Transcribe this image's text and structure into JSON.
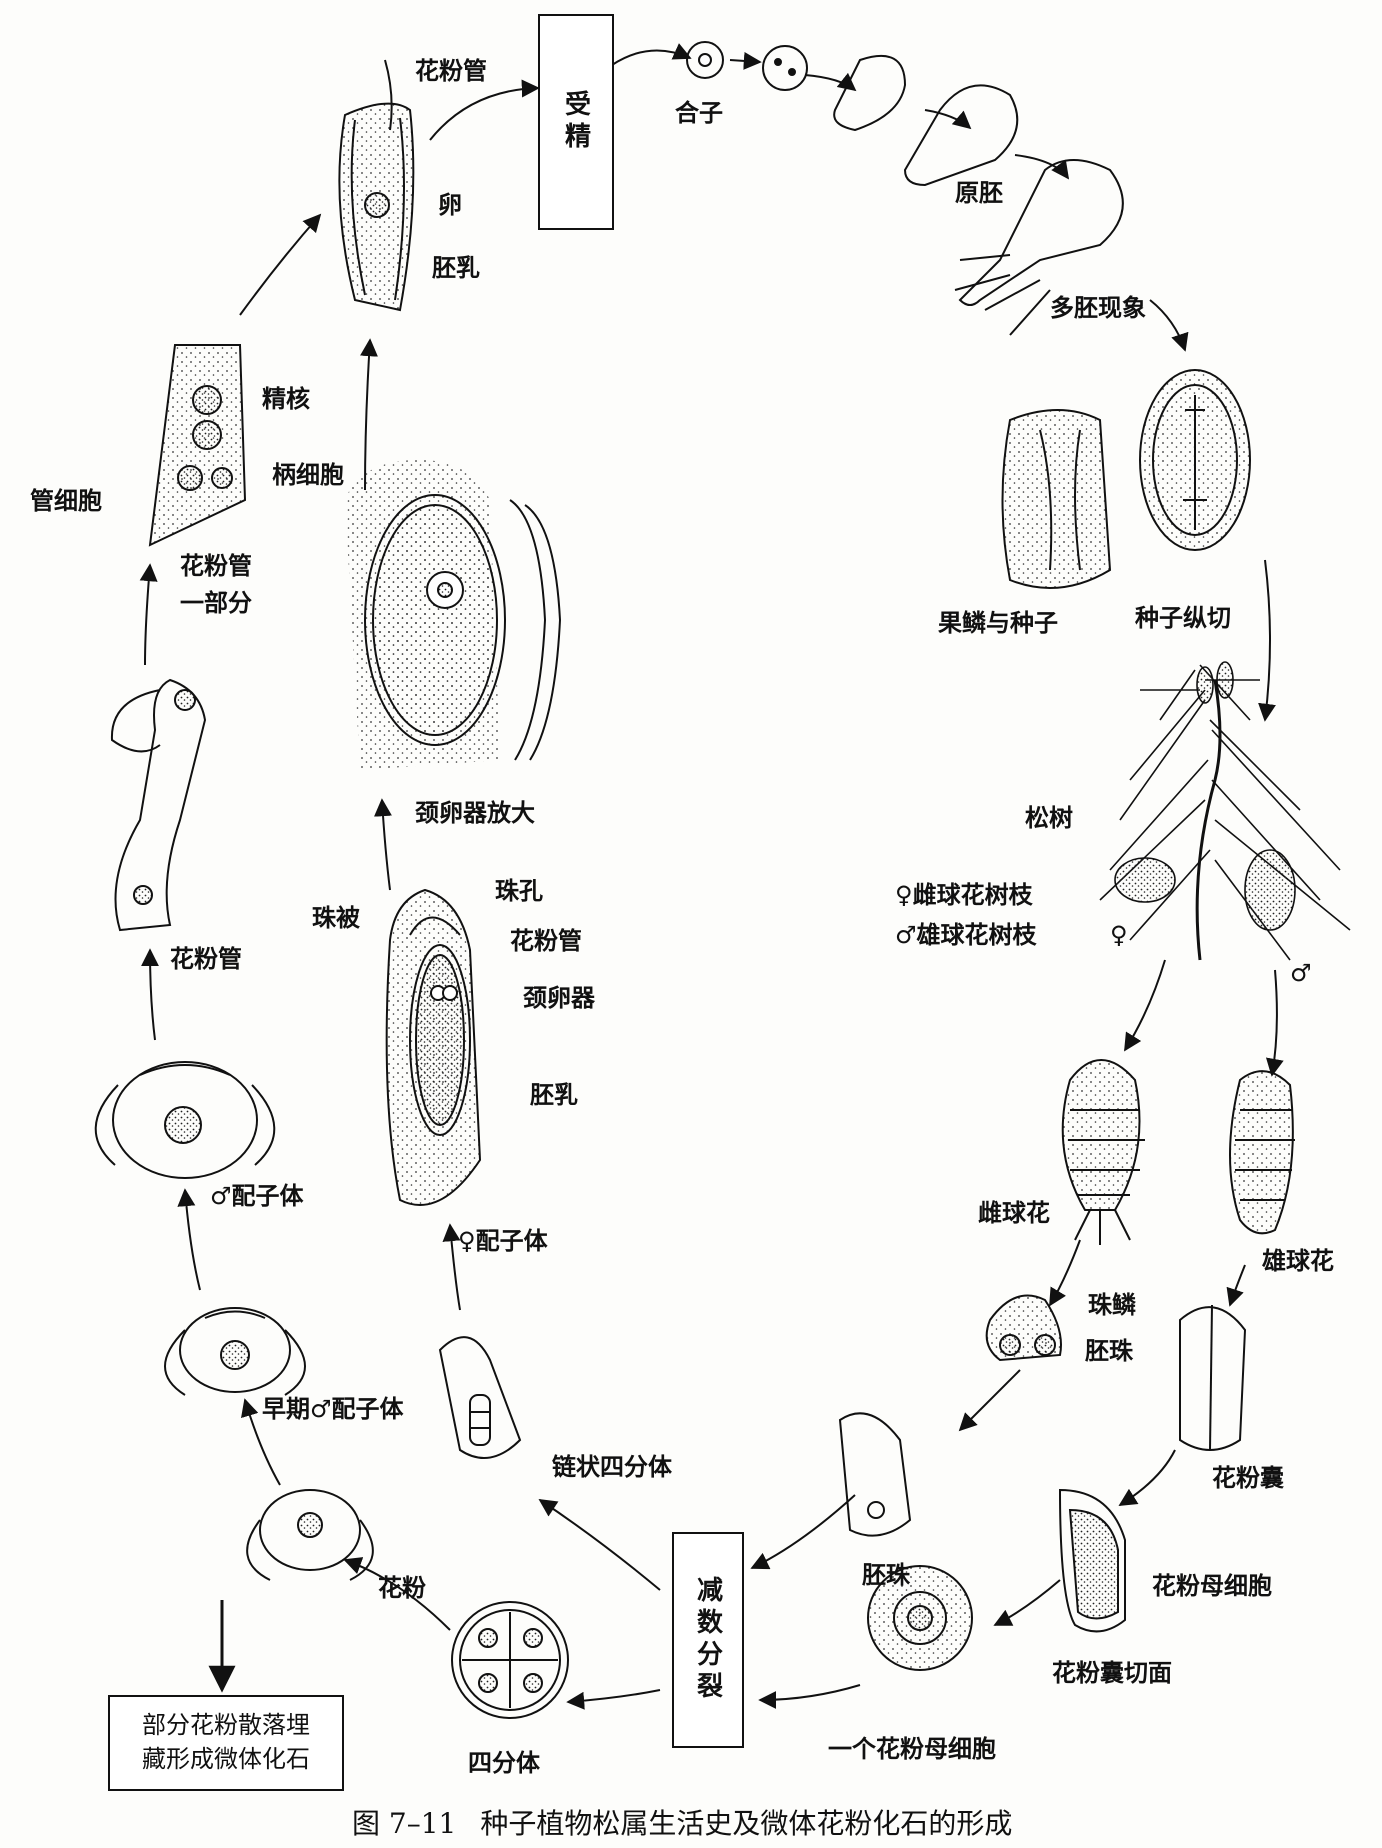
{
  "caption": {
    "number": "图 7–11",
    "title": "种子植物松属生活史及微体花粉化石的形成"
  },
  "boxes": {
    "fertilization": "受精",
    "meiosis": "减数分裂",
    "fossil": "部分花粉散落埋藏形成微体化石"
  },
  "labels": {
    "pollen_tube_top": "花粉管",
    "egg": "卵",
    "endosperm_top": "胚乳",
    "zygote": "合子",
    "proembryo": "原胚",
    "polyembryony": "多胚现象",
    "sperm_nucleus": "精核",
    "stalk_cell": "柄细胞",
    "tube_cell": "管细胞",
    "pollen_tube_part_1": "花粉管",
    "pollen_tube_part_2": "一部分",
    "scale_and_seed": "果鳞与种子",
    "seed_longitudinal": "种子纵切",
    "pine": "松树",
    "female_branch": "♀雌球花树枝",
    "male_branch": "♂雄球花树枝",
    "female_symbol": "♀",
    "male_symbol": "♂",
    "archegonium_enlarged": "颈卵器放大",
    "pollen_tube_mid": "花粉管",
    "integument": "珠被",
    "micropyle": "珠孔",
    "pollen_tube_ovule": "花粉管",
    "archegonium": "颈卵器",
    "endosperm_mid": "胚乳",
    "male_gametophyte": "♂配子体",
    "female_gametophyte": "♀配子体",
    "female_cone": "雌球花",
    "male_cone": "雄球花",
    "ovuliferous_scale": "珠鳞",
    "ovule_small": "胚珠",
    "early_male_gametophyte": "早期♂配子体",
    "linear_tetrad": "链状四分体",
    "pollen_sac": "花粉囊",
    "ovule": "胚珠",
    "pollen_mother_cell": "花粉母细胞",
    "pollen_sac_section": "花粉囊切面",
    "pollen": "花粉",
    "tetrad": "四分体",
    "one_pollen_mother_cell": "一个花粉母细胞"
  }
}
